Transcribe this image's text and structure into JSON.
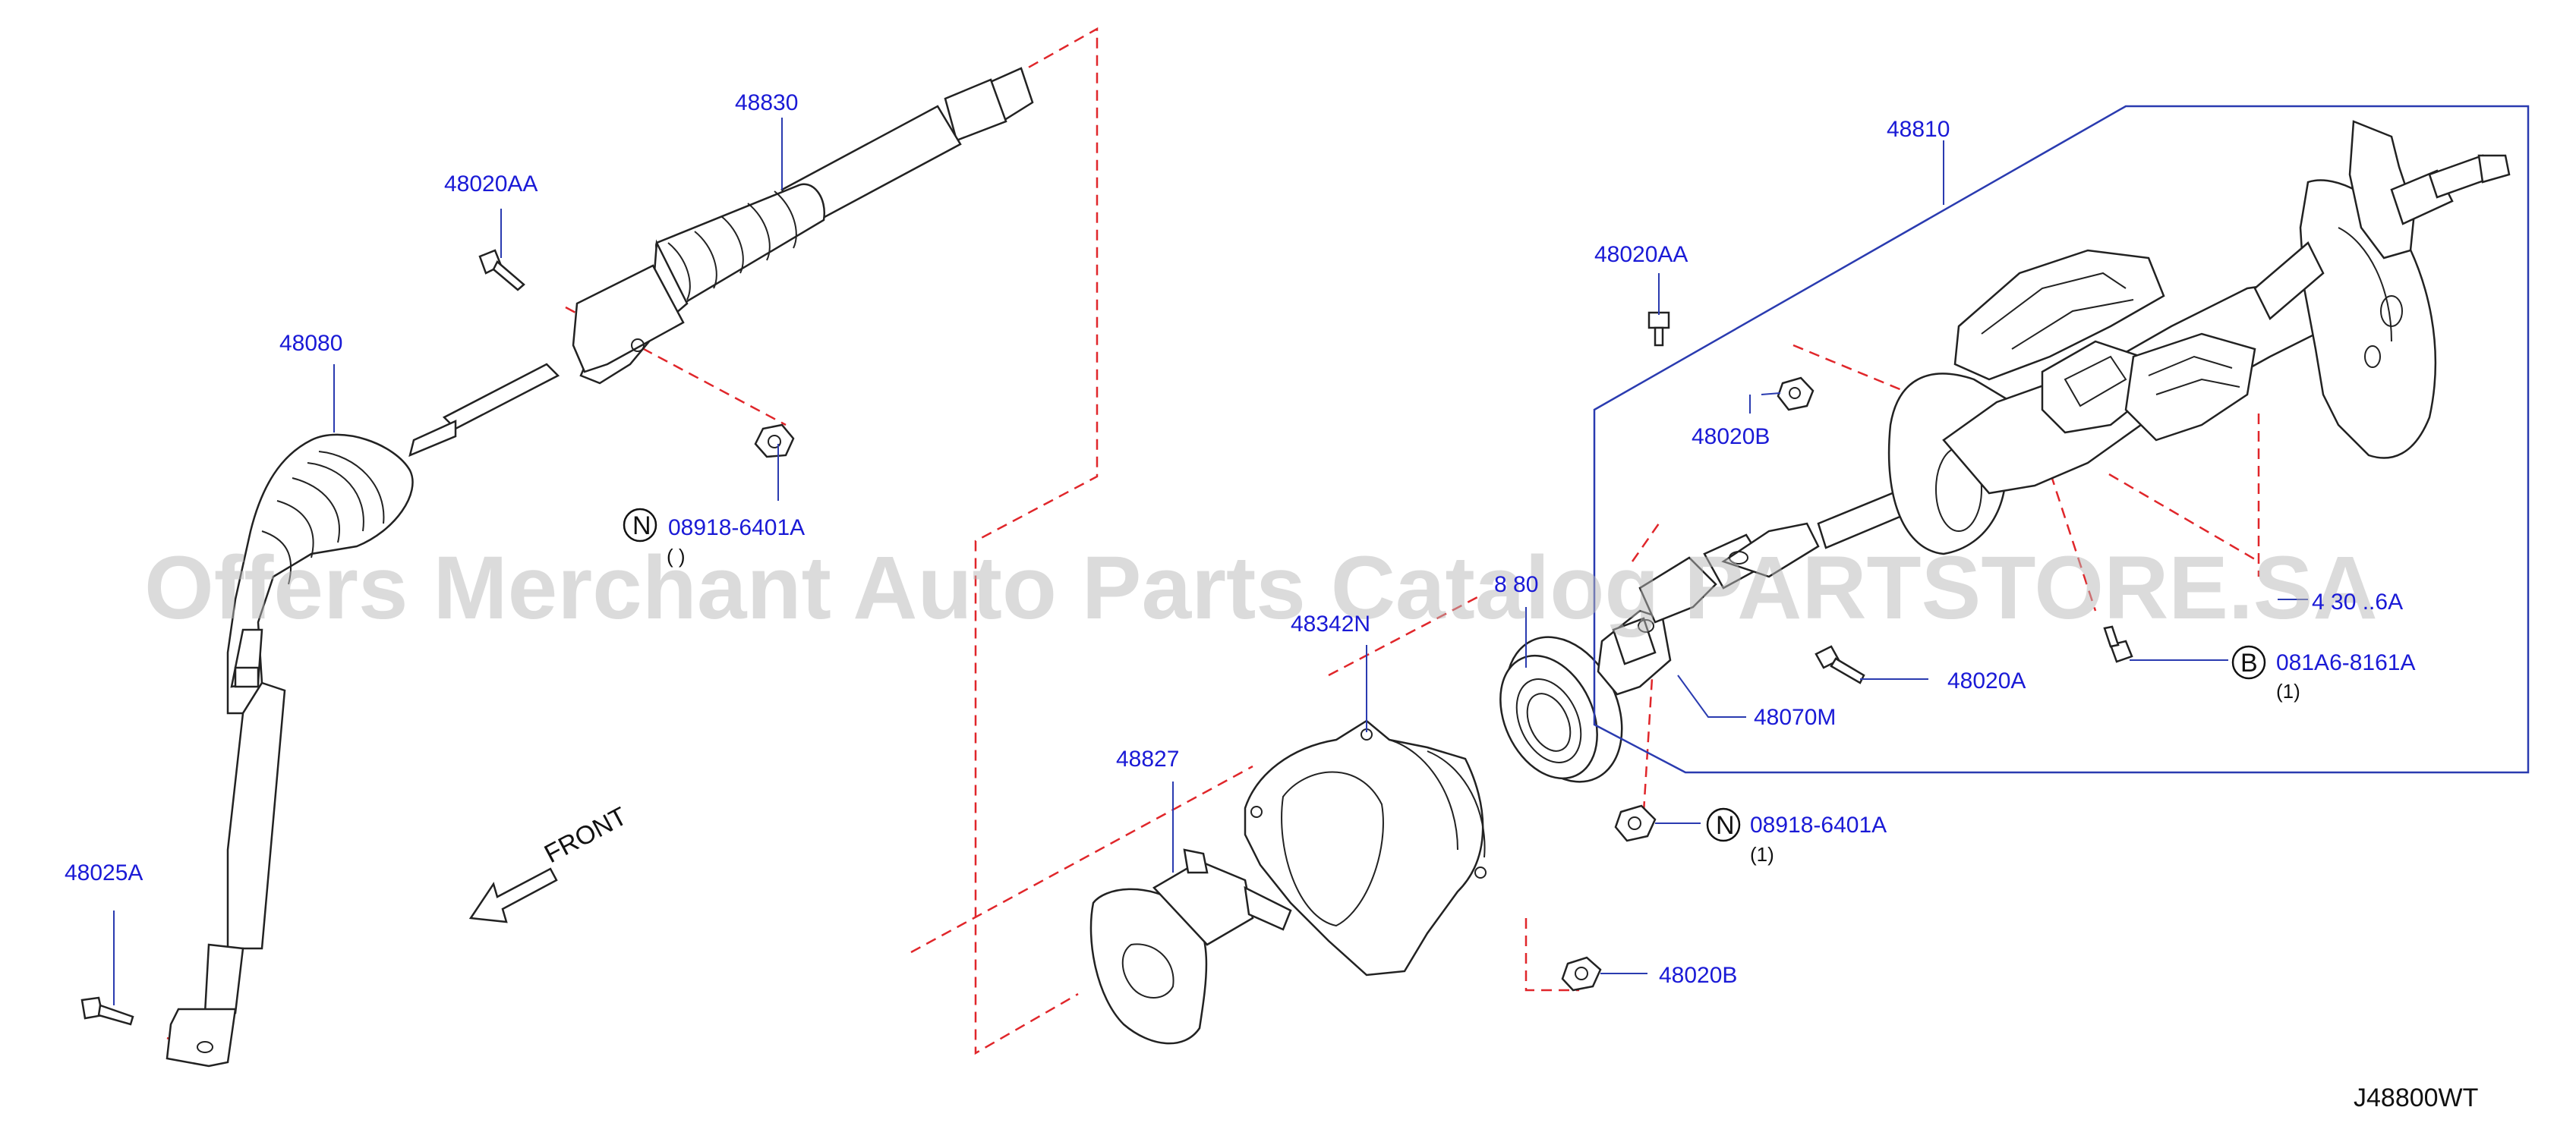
{
  "labels": {
    "p48830": "48830",
    "p48020AA_a": "48020AA",
    "p48080": "48080",
    "p08918_a": "08918-6401A",
    "p08918_a_qty": "( )",
    "p48025A": "48025A",
    "p48810": "48810",
    "p48020AA_b": "48020AA",
    "p48020B_a": "48020B",
    "p48_80": "8  80",
    "p48342N": "48342N",
    "p48827": "48827",
    "p48020A": "48020A",
    "p48070M": "48070M",
    "p08918_b": "08918-6401A",
    "p08918_b_qty": "(1)",
    "p48020B_b": "48020B",
    "p081A6": "081A6-8161A",
    "p081A6_qty": "(1)",
    "p_partial": "4 30 ..6A"
  },
  "symbols": {
    "n_a": "N",
    "n_b": "N",
    "b": "B"
  },
  "front_label": "FRONT",
  "diagram_code": "J48800WT",
  "watermark": "Offers Merchant Auto Parts Catalog PARTSTORE.SA",
  "colors": {
    "label_blue": "#1a1ad6",
    "leader_blue": "#2a3bb0",
    "dash_red": "#e0262a",
    "line_black": "#222222"
  }
}
